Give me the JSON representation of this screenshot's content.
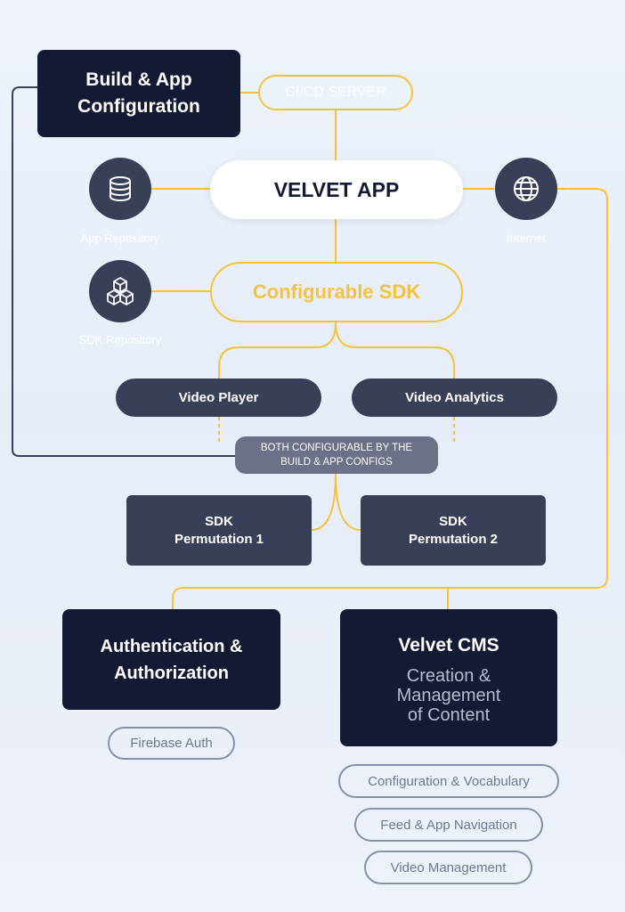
{
  "build_config": {
    "title": "Build & App\nConfiguration"
  },
  "cicd": {
    "label": "CI/CD SERVER"
  },
  "velvet_app": {
    "label": "VELVET APP"
  },
  "app_repository": {
    "icon": "database-icon",
    "caption": "App Repository"
  },
  "internet": {
    "icon": "globe-icon",
    "caption": "Internet"
  },
  "sdk_repository": {
    "icon": "cubes-icon",
    "caption": "SDK Repository"
  },
  "configurable_sdk": {
    "label": "Configurable SDK"
  },
  "video_player": {
    "label": "Video Player"
  },
  "video_analytics": {
    "label": "Video Analytics"
  },
  "configurable_note": {
    "text": "BOTH CONFIGURABLE BY THE\nBUILD & APP CONFIGS"
  },
  "sdk_permutation_1": {
    "line1": "SDK",
    "line2": "Permutation 1"
  },
  "sdk_permutation_2": {
    "line1": "SDK",
    "line2": "Permutation 2"
  },
  "auth": {
    "title": "Authentication &\nAuthorization",
    "tag": "Firebase Auth"
  },
  "cms": {
    "title": "Velvet CMS",
    "subtitle": "Creation &\nManagement\nof Content",
    "tags": [
      "Configuration & Vocabulary",
      "Feed & App Navigation",
      "Video Management"
    ]
  },
  "colors": {
    "accent": "#f5c23a",
    "dark": "#141934",
    "mid": "#3a3f58",
    "outline": "#8890a6",
    "line": "#3a3f58"
  }
}
